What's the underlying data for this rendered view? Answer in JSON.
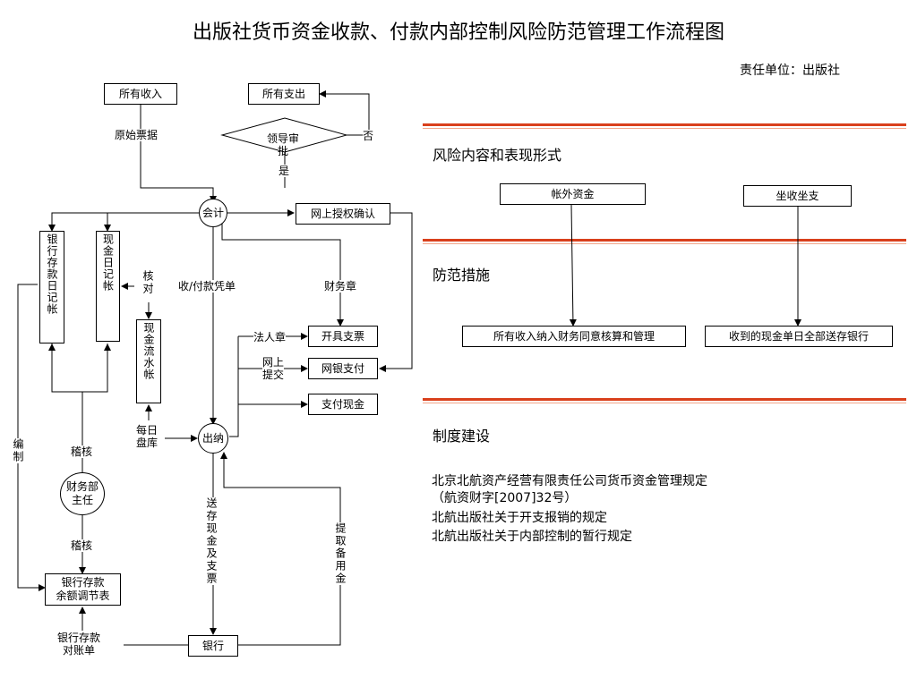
{
  "title": "出版社货币资金收款、付款内部控制风险防范管理工作流程图",
  "responsibility": "责任单位：出版社",
  "flow": {
    "all_income": "所有收入",
    "all_expense": "所有支出",
    "original_receipts": "原始票据",
    "leader_approval": "领导审\n批",
    "no": "否",
    "yes": "是",
    "accounting": "会计",
    "online_auth": "网上授权确认",
    "bank_journal": "银行存款日记帐",
    "cash_journal": "现金日记帐",
    "check": "核对",
    "cash_flow_account": "现金流水帐",
    "voucher": "收/付款凭单",
    "finance_seal": "财务章",
    "legal_seal": "法人章",
    "issue_check": "开具支票",
    "online_submit": "网上\n提交",
    "online_payment": "网银支付",
    "pay_cash": "支付现金",
    "daily_count": "每日\n盘库",
    "cashier": "出纳",
    "compile": "编制",
    "audit1": "稽核",
    "finance_director": "财务部\n主任",
    "audit2": "稽核",
    "bank_reconciliation": "银行存款\n余额调节表",
    "bank_statement": "银行存款\n对账单",
    "bank": "银行",
    "deposit": "送存现金及支票",
    "withdraw": "提取备用金"
  },
  "risk": {
    "heading": "风险内容和表现形式",
    "item1": "帐外资金",
    "item2": "坐收坐支"
  },
  "measures": {
    "heading": "防范措施",
    "item1": "所有收入纳入财务同意核算和管理",
    "item2": "收到的现金单日全部送存银行"
  },
  "system": {
    "heading": "制度建设",
    "lines": [
      "北京北航资产经营有限责任公司货币资金管理规定",
      "（航资财字[2007]32号）",
      "北航出版社关于开支报销的规定",
      "北航出版社关于内部控制的暂行规定"
    ]
  },
  "colors": {
    "band": "#d9401c",
    "band_light": "#f2a58a",
    "line": "#000000"
  }
}
